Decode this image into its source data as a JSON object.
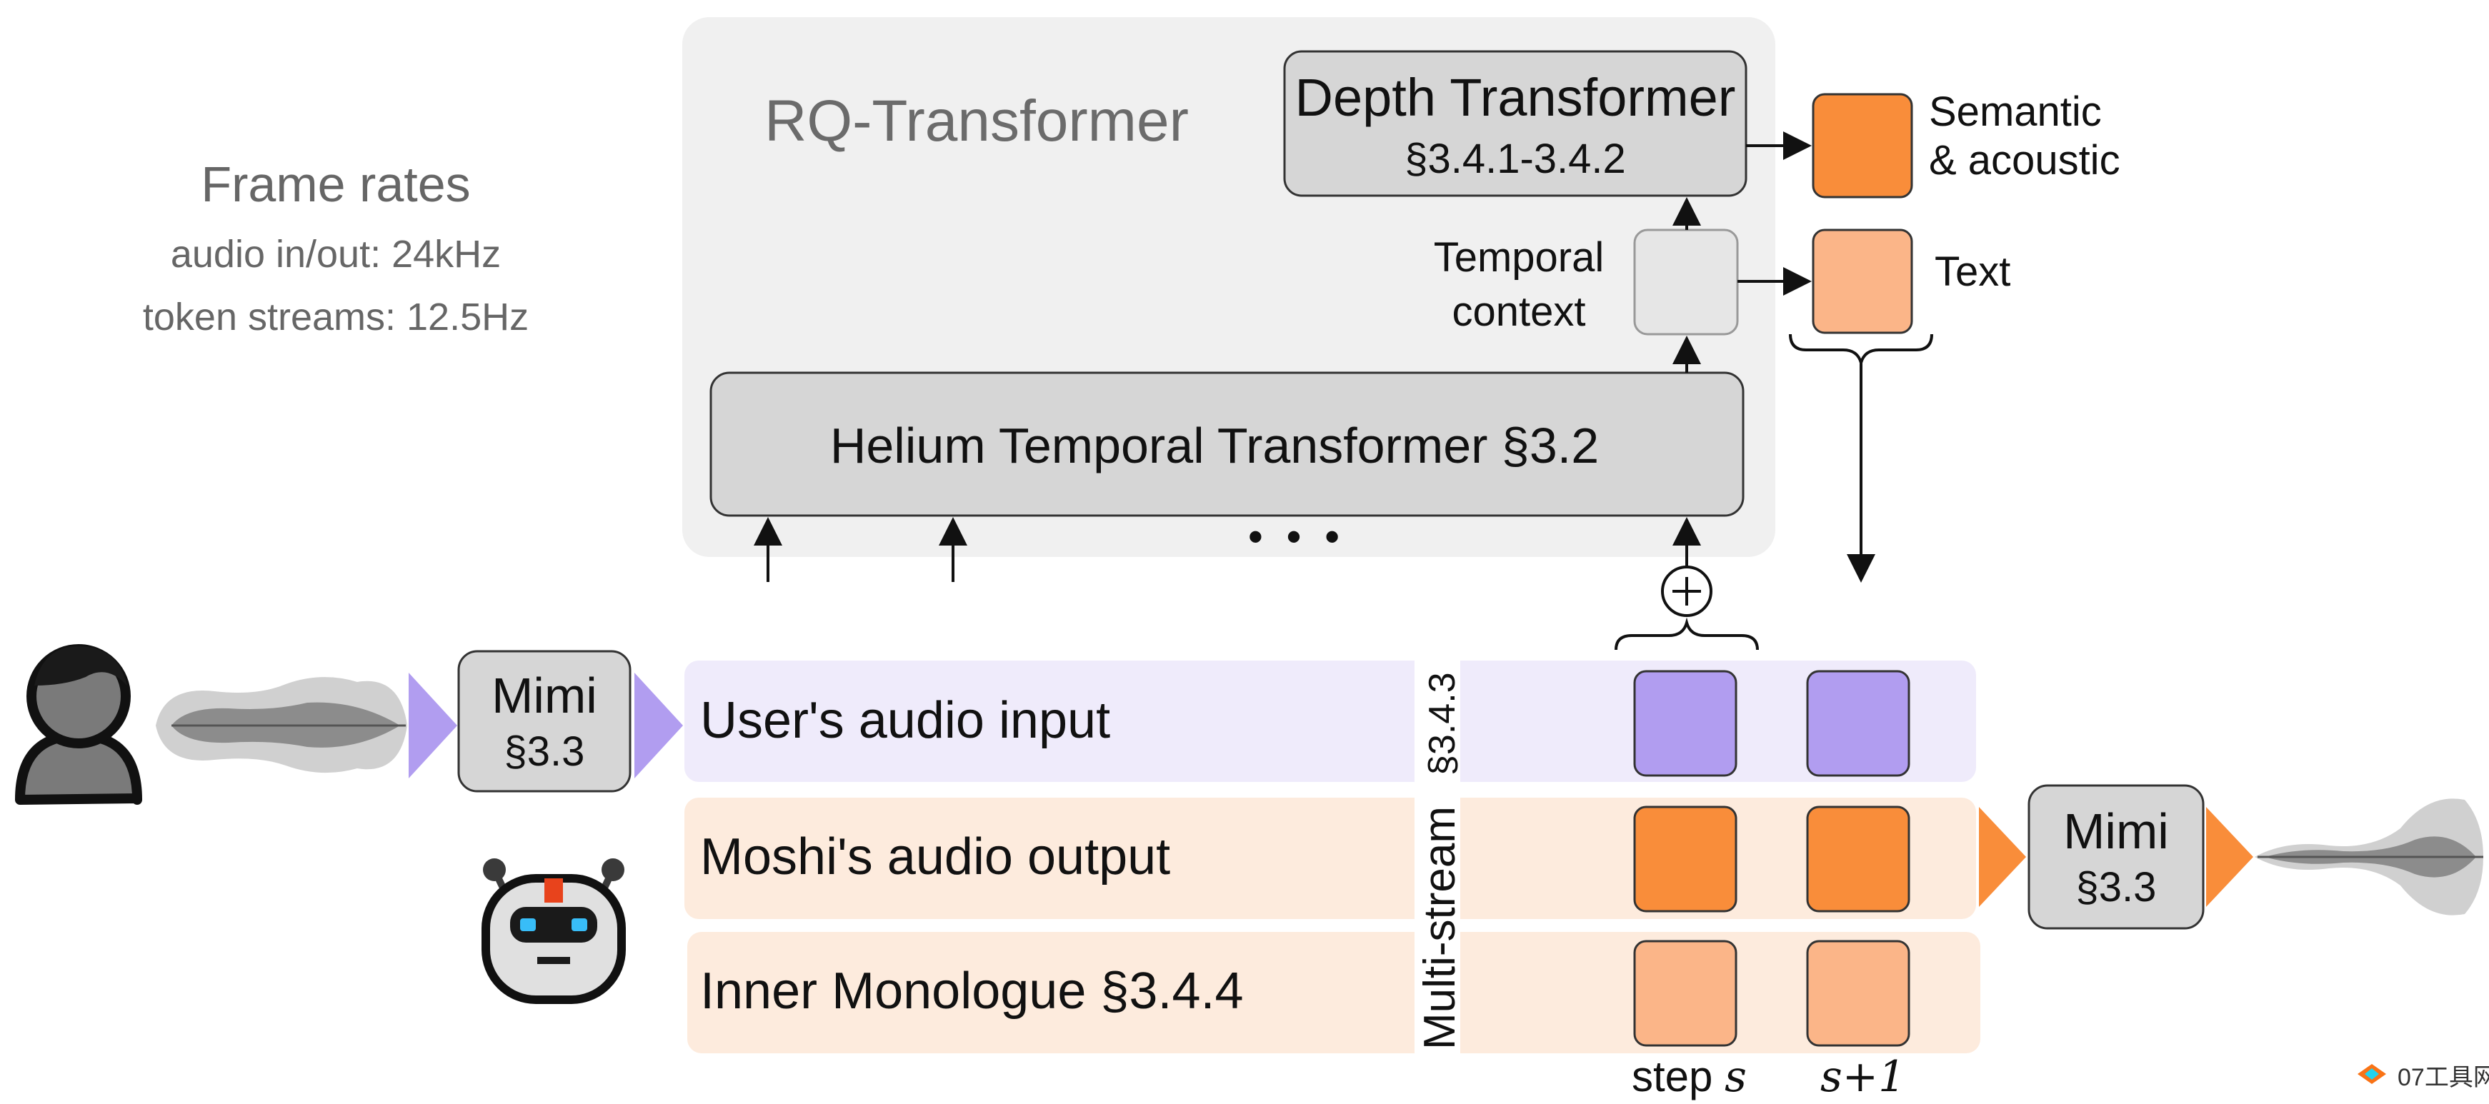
{
  "frame_rates": {
    "title": "Frame rates",
    "audio": "audio in/out: 24kHz",
    "tokens": "token streams: 12.5Hz"
  },
  "rq": {
    "title": "RQ-Transformer",
    "depth_title": "Depth Transformer",
    "depth_ref": "§3.4.1-3.4.2",
    "temporal_context": [
      "Temporal",
      "context"
    ],
    "helium": "Helium Temporal  Transformer §3.2",
    "dots": "• • •"
  },
  "outputs": {
    "semantic": [
      "Semantic",
      "& acoustic"
    ],
    "text": "Text"
  },
  "mimi_in": {
    "name": "Mimi",
    "ref": "§3.3"
  },
  "mimi_out": {
    "name": "Mimi",
    "ref": "§3.3"
  },
  "streams": {
    "user": "User's audio input",
    "moshi": "Moshi's audio output",
    "monologue": "Inner Monologue §3.4.4",
    "multistream_ref": "§3.4.3",
    "multistream": "Multi-stream"
  },
  "steps": {
    "s_prefix": "step",
    "s": "s",
    "s1": "s+1"
  },
  "watermark": "07工具网",
  "colors": {
    "purple_bg": "#efebfb",
    "peach_bg": "#fdebdd",
    "purple_token": "#b19df0",
    "orange_token": "#f98d3a",
    "light_orange_token": "#fbb588",
    "gray_box": "#d6d6d6",
    "panel": "#f0f0f0"
  }
}
